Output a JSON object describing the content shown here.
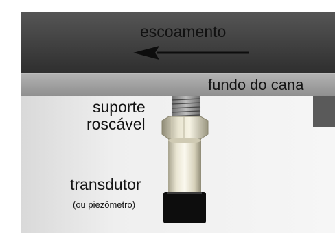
{
  "labels": {
    "flow": "escoamento",
    "channel_bottom": "fundo do cana",
    "support_line1": "suporte",
    "support_line2": "roscável",
    "transducer": "transdutor",
    "transducer_note": "(ou piezômetro)"
  },
  "icons": {
    "flow_direction": "arrow-left-icon"
  },
  "colors": {
    "water": "#3d3d3d",
    "channel_floor": "#a1a1a1",
    "soil": "#ececec",
    "transducer_body": "#e9e5d2",
    "transducer_base": "#0d0d0d"
  }
}
